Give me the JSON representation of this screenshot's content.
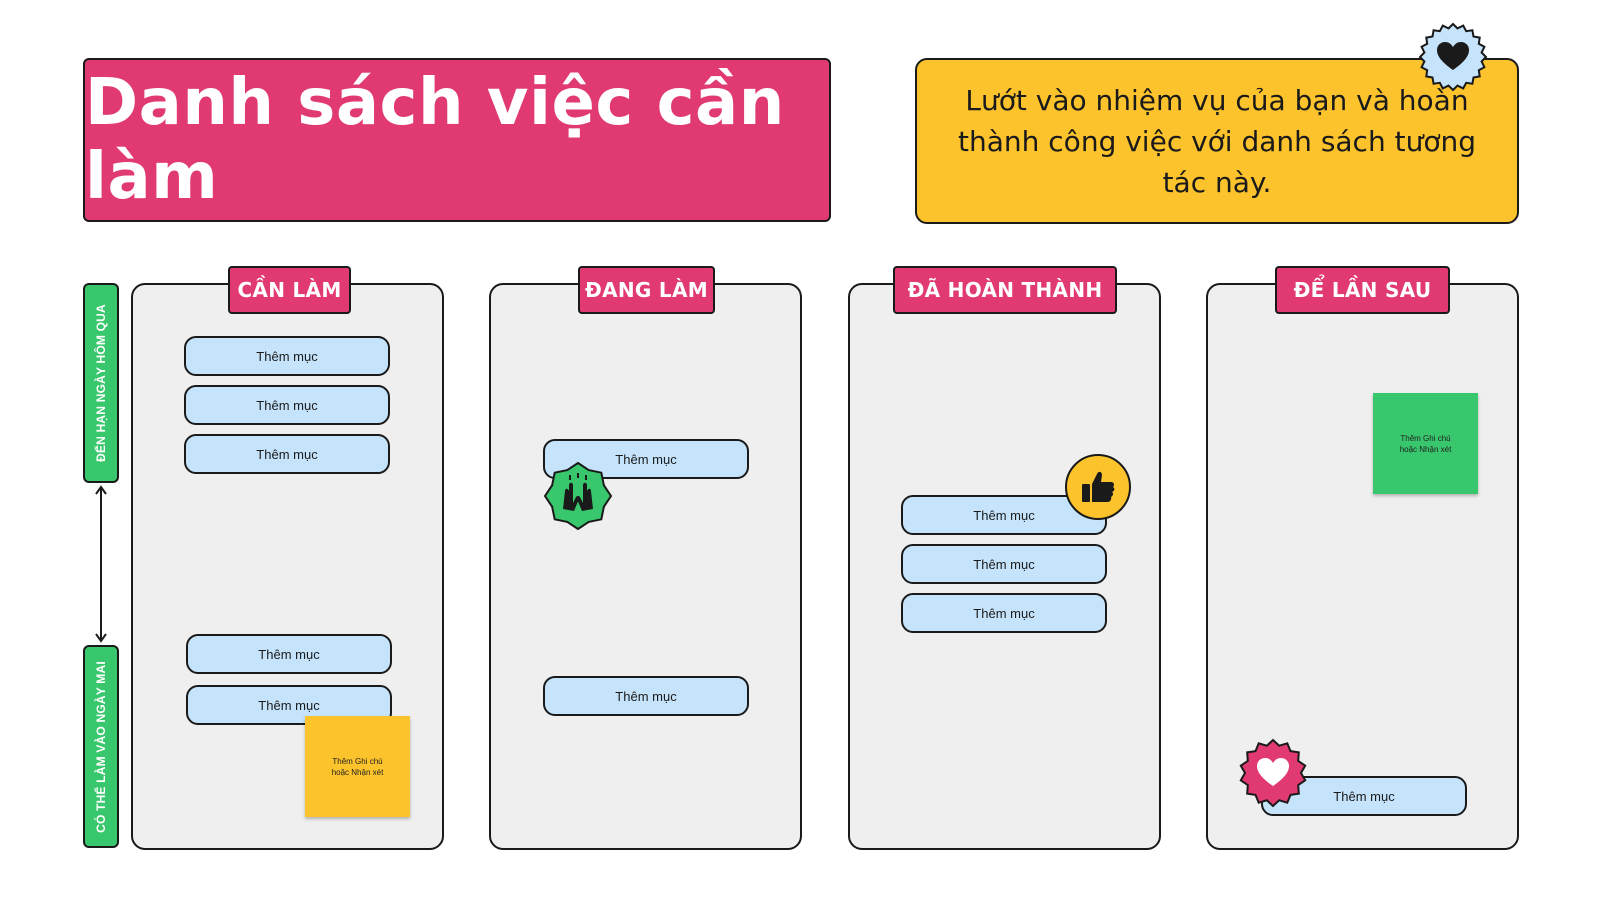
{
  "title": "Danh sách việc cần làm",
  "description": "Lướt vào nhiệm vụ của bạn và hoàn thành công việc với danh sách tương tác này.",
  "side_labels": {
    "top": "ĐẾN HẠN NGÀY HÔM QUA",
    "bottom": "CÓ THỂ LÀM VÀO NGÀY MAI"
  },
  "columns": [
    {
      "title": "CẦN LÀM",
      "items": [
        "Thêm mục",
        "Thêm mục",
        "Thêm mục",
        "Thêm mục",
        "Thêm mục"
      ],
      "note": "Thêm Ghi chú hoặc Nhận xét"
    },
    {
      "title": "ĐANG LÀM",
      "items": [
        "Thêm mục",
        "Thêm mục"
      ]
    },
    {
      "title": "ĐÃ HOÀN THÀNH",
      "items": [
        "Thêm mục",
        "Thêm mục",
        "Thêm mục"
      ]
    },
    {
      "title": "ĐỂ LẦN SAU",
      "items": [
        "Thêm mục"
      ],
      "note": "Thêm Ghi chú hoặc Nhận xét"
    }
  ],
  "colors": {
    "pink": "#e13a73",
    "yellow": "#fcc32c",
    "green": "#38c76d",
    "item_blue": "#c5e4fc",
    "column_gray": "#efefef"
  },
  "icons": {
    "header_badge": "heart-icon",
    "doing_badge": "raised-hands-icon",
    "done_badge": "thumbs-up-icon",
    "later_badge": "heart-icon"
  }
}
